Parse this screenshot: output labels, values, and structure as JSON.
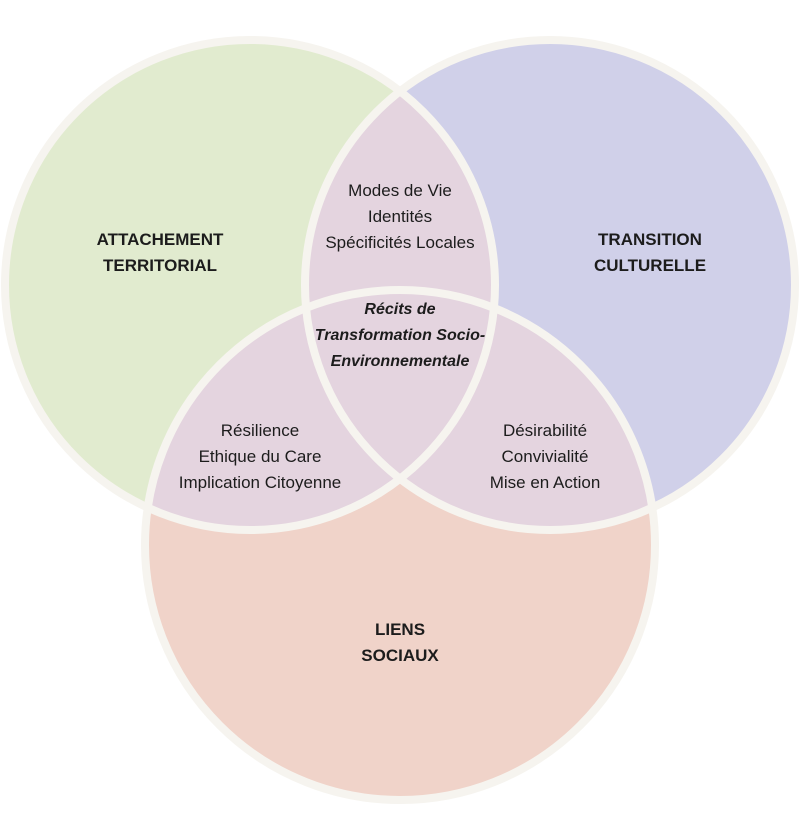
{
  "colors": {
    "territorial": "#e1ebcf",
    "culturelle": "#d0d0e9",
    "sociaux": "#f0d3c9",
    "overlap": "#e4d4df",
    "border": "#f6f4ef"
  },
  "sets": {
    "territorial": [
      "ATTACHEMENT",
      "TERRITORIAL"
    ],
    "culturelle": [
      "TRANSITION",
      "CULTURELLE"
    ],
    "sociaux": [
      "LIENS",
      "SOCIAUX"
    ]
  },
  "overlaps": {
    "territorial_culturelle": [
      "Modes de Vie",
      "Identités",
      "Spécificités Locales"
    ],
    "territorial_sociaux": [
      "Résilience",
      "Ethique du Care",
      "Implication Citoyenne"
    ],
    "culturelle_sociaux": [
      "Désirabilité",
      "Convivialité",
      "Mise en Action"
    ],
    "center": [
      "Récits de",
      "Transformation Socio-",
      "Environnementale"
    ]
  }
}
